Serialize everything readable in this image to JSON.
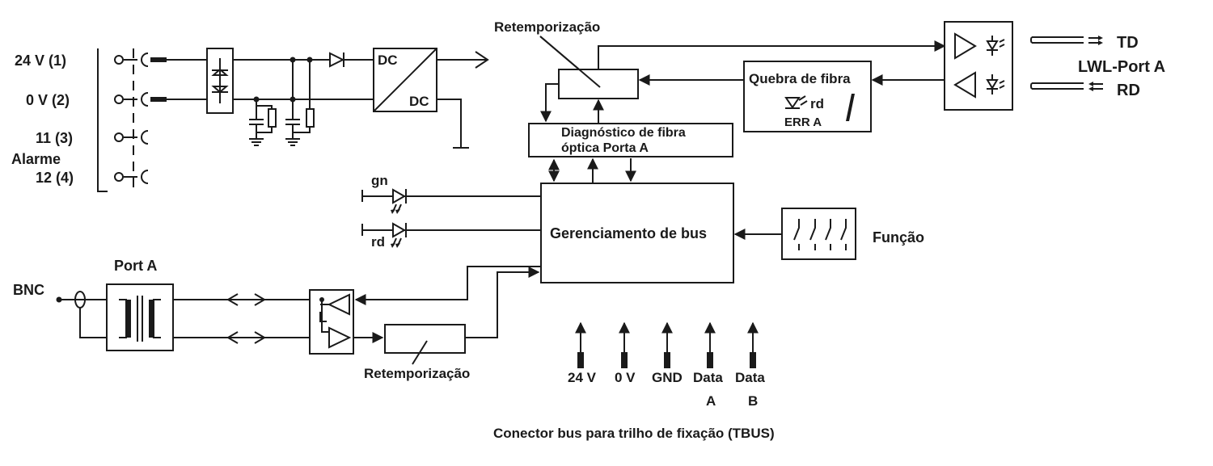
{
  "terminals": {
    "t1": "24 V (1)",
    "t2": "0 V (2)",
    "t3": "11 (3)",
    "alarm": "Alarme",
    "t4": "12 (4)"
  },
  "converter": {
    "in_label": "DC",
    "out_label": "DC"
  },
  "retiming_top": "Retemporização",
  "retiming_bottom": "Retemporização",
  "fiber_break": {
    "title": "Quebra de fibra",
    "led": "rd",
    "err": "ERR A"
  },
  "diagnostics": {
    "line1": "Diagnóstico de fibra",
    "line2": "óptica Porta A"
  },
  "leds": {
    "green": "gn",
    "red": "rd"
  },
  "bus_management": "Gerenciamento de bus",
  "function_label": "Função",
  "lwl": {
    "td": "TD",
    "port": "LWL-Port A",
    "rd": "RD"
  },
  "port_a": "Port A",
  "bnc": "BNC",
  "bus_pins": {
    "p1": "24 V",
    "p2": "0 V",
    "p3": "GND",
    "p4_line1": "Data",
    "p4_line2": "A",
    "p5_line1": "Data",
    "p5_line2": "B"
  },
  "caption": "Conector bus para trilho de fixação (TBUS)"
}
